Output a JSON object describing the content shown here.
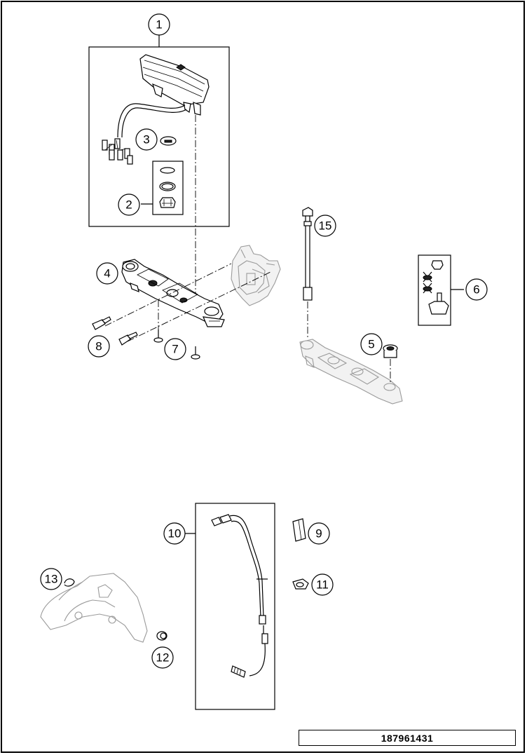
{
  "callouts": [
    {
      "id": "1",
      "label": "1"
    },
    {
      "id": "2",
      "label": "2"
    },
    {
      "id": "3",
      "label": "3"
    },
    {
      "id": "4",
      "label": "4"
    },
    {
      "id": "5",
      "label": "5"
    },
    {
      "id": "6",
      "label": "6"
    },
    {
      "id": "7",
      "label": "7"
    },
    {
      "id": "8",
      "label": "8"
    },
    {
      "id": "9",
      "label": "9"
    },
    {
      "id": "10",
      "label": "10"
    },
    {
      "id": "11",
      "label": "11"
    },
    {
      "id": "12",
      "label": "12"
    },
    {
      "id": "13",
      "label": "13"
    },
    {
      "id": "15",
      "label": "15"
    }
  ],
  "drawing_number": "187961431"
}
